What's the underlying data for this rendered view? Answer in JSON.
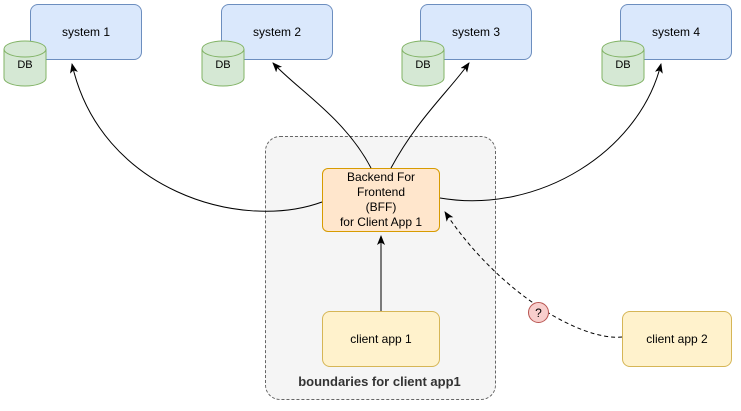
{
  "systems": [
    {
      "label": "system 1",
      "db": "DB"
    },
    {
      "label": "system 2",
      "db": "DB"
    },
    {
      "label": "system 3",
      "db": "DB"
    },
    {
      "label": "system 4",
      "db": "DB"
    }
  ],
  "bff": {
    "lines": [
      "Backend For",
      "Frontend",
      "(BFF)",
      "for Client App 1"
    ],
    "full_label": "Backend For Frontend (BFF) for Client App 1"
  },
  "clients": [
    {
      "label": "client app 1"
    },
    {
      "label": "client app 2"
    }
  ],
  "boundary": {
    "label": "boundaries for client app1"
  },
  "question_marker": {
    "label": "?"
  },
  "colors": {
    "system_fill": "#dae8fc",
    "system_stroke": "#6c8ebf",
    "db_fill": "#d5e8d4",
    "db_stroke": "#82b366",
    "bff_fill": "#ffe6cc",
    "bff_stroke": "#d79b00",
    "client_fill": "#fff2cc",
    "client_stroke": "#d6b656",
    "question_fill": "#f8cecc",
    "question_stroke": "#b85450",
    "boundary_fill": "#f5f5f5",
    "arrow_color": "#000000"
  }
}
